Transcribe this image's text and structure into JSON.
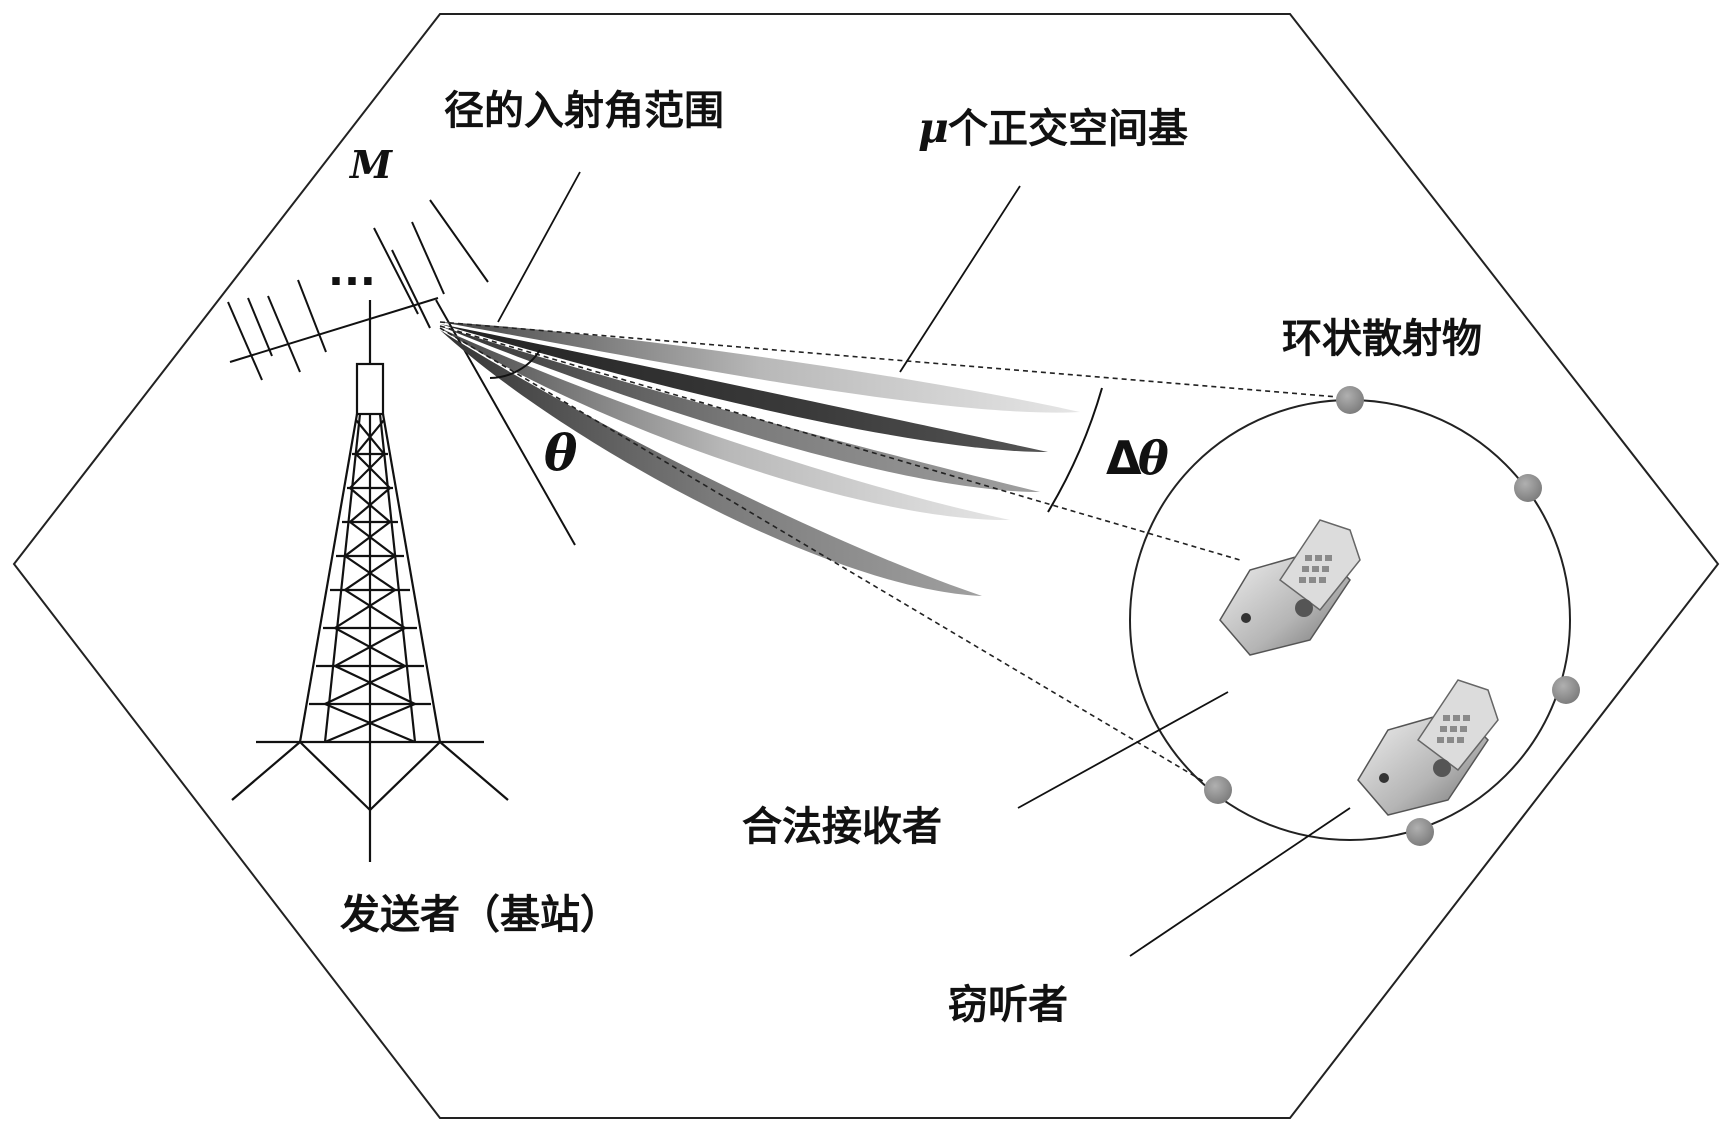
{
  "labels": {
    "array_size": "M",
    "dots": "...",
    "incidence_range": "径的入射角范围",
    "orthogonal_bases_mu": "μ",
    "orthogonal_bases_rest": "个正交空间基",
    "ring_scatterers": "环状散射物",
    "theta": "θ",
    "delta": "Δ",
    "delta_theta_symbol": "θ",
    "legit_receiver": "合法接收者",
    "transmitter": "发送者（基站）",
    "eavesdropper": "窃听者"
  },
  "colors": {
    "line": "#111111",
    "scatterer": "#8c8c8c",
    "beam_light": "#cfcfcf",
    "beam_dark": "#3c3c3c"
  },
  "icons": [
    "base-station-tower-icon",
    "antenna-array-icon",
    "mobile-phone-icon",
    "scatterer-dot-icon"
  ]
}
